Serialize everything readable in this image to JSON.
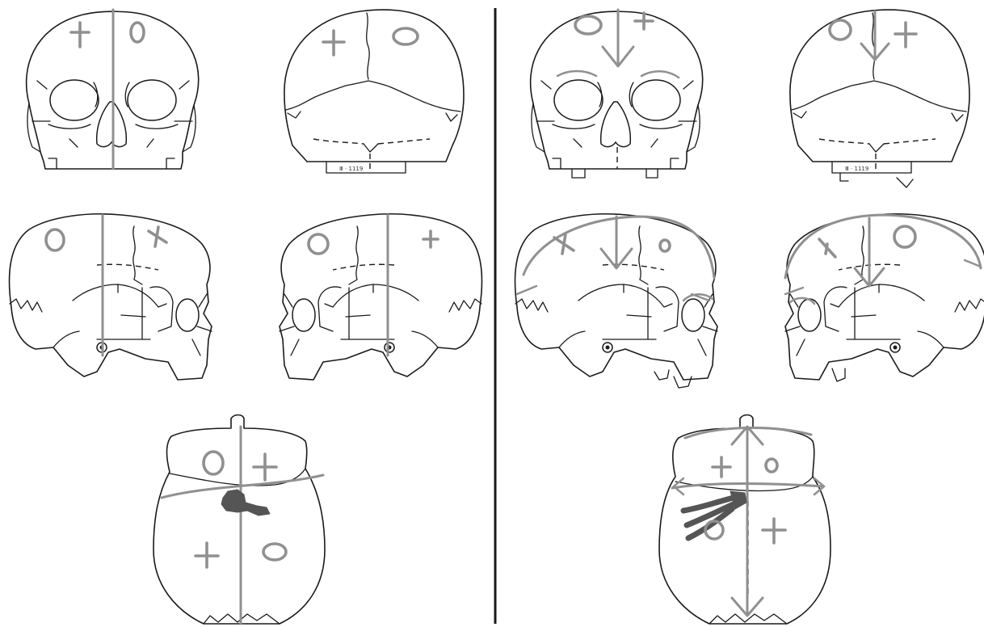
{
  "figure": {
    "panels": [
      {
        "id": "left",
        "views": [
          "frontal",
          "posterior",
          "left-lateral",
          "right-lateral",
          "superior"
        ]
      },
      {
        "id": "right",
        "views": [
          "frontal",
          "posterior",
          "left-lateral",
          "right-lateral",
          "superior"
        ]
      }
    ],
    "legend_symbols": {
      "plus": "+",
      "zero": "0"
    },
    "colors": {
      "outline": "#1a1a1a",
      "annotation": "#909090",
      "fracture": "#555555",
      "divider": "#1a1a1a"
    },
    "icons": [
      "skull-outline",
      "plus-mark",
      "o-mark",
      "force-arrow",
      "fracture-blot"
    ]
  }
}
